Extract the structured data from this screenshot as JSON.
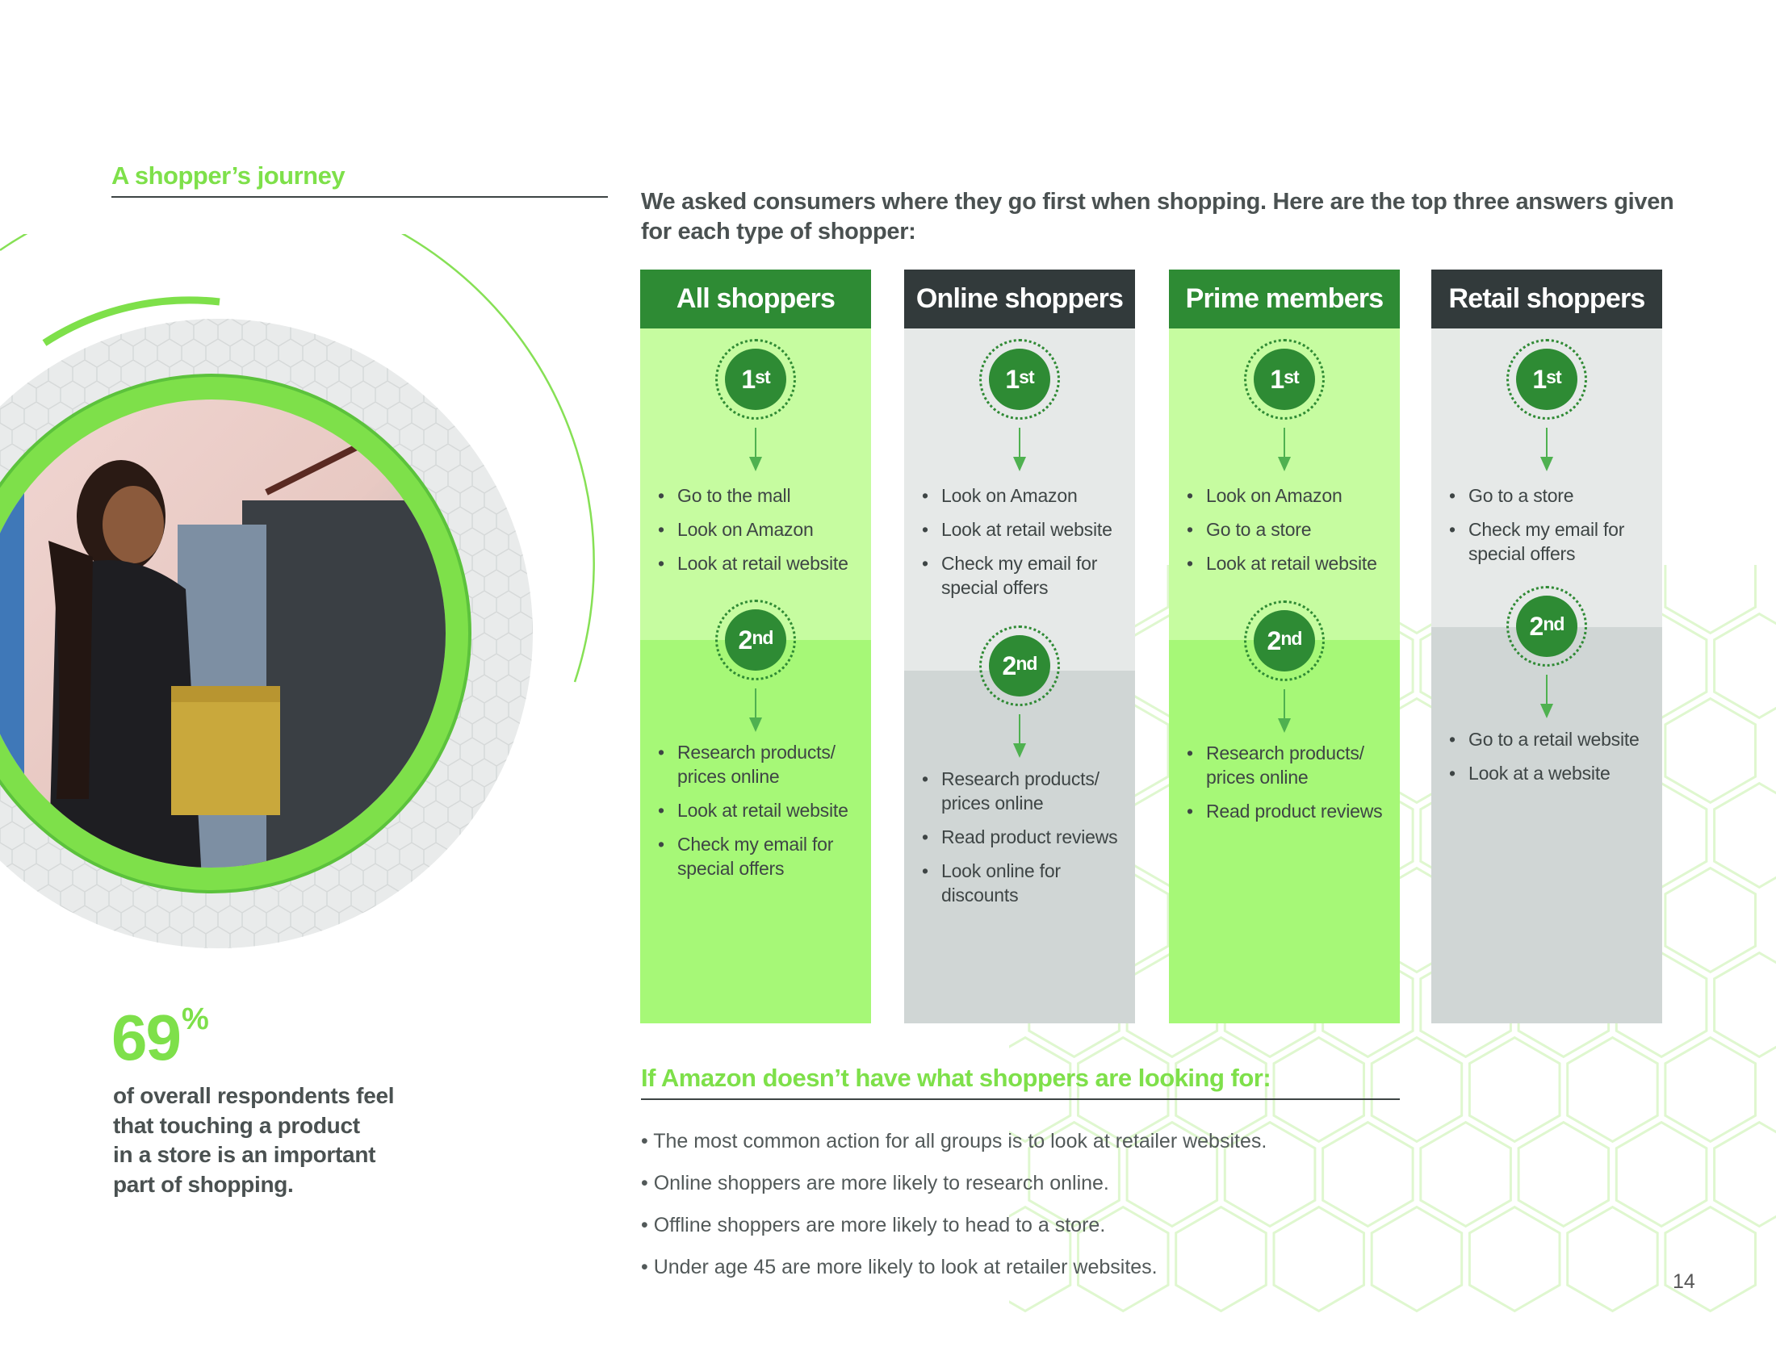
{
  "section_title": "A shopper’s journey",
  "intro": "We asked consumers where they go first when shopping. Here are the top three answers given for each type of shopper:",
  "colors": {
    "green_dark": "#2e8b34",
    "charcoal": "#323a3b",
    "light_green": "#c6fca0",
    "mid_green": "#a6f877",
    "light_gray": "#e6e9e8",
    "mid_gray": "#d0d6d5",
    "accent": "#7ee04a"
  },
  "columns": [
    {
      "title": "All shoppers",
      "first_label": "1",
      "first_suffix": "st",
      "second_label": "2",
      "second_suffix": "nd",
      "first": [
        "Go to the mall",
        "Look on Amazon",
        "Look at retail website"
      ],
      "second": [
        "Research products/ prices online",
        "Look at retail website",
        "Check my email for special offers"
      ]
    },
    {
      "title": "Online shoppers",
      "first_label": "1",
      "first_suffix": "st",
      "second_label": "2",
      "second_suffix": "nd",
      "first": [
        "Look on Amazon",
        "Look at retail website",
        "Check my email for special offers"
      ],
      "second": [
        "Research products/ prices online",
        "Read product reviews",
        "Look online for discounts"
      ]
    },
    {
      "title": "Prime members",
      "first_label": "1",
      "first_suffix": "st",
      "second_label": "2",
      "second_suffix": "nd",
      "first": [
        "Look on Amazon",
        "Go to a store",
        "Look at retail website"
      ],
      "second": [
        "Research products/ prices online",
        "Read product reviews"
      ]
    },
    {
      "title": "Retail shoppers",
      "first_label": "1",
      "first_suffix": "st",
      "second_label": "2",
      "second_suffix": "nd",
      "first": [
        "Go to a store",
        "Check my email for special offers"
      ],
      "second": [
        "Go to a retail website",
        "Look at a website"
      ]
    }
  ],
  "subsection_title": "If Amazon doesn’t have what shoppers are looking for:",
  "findings": [
    "The most common action for all groups is to look at retailer websites.",
    "Online shoppers are more likely to research online.",
    "Offline shoppers are more likely to head to a store.",
    "Under age 45 are more likely to look at retailer websites."
  ],
  "stat": {
    "value": "69",
    "unit": "%",
    "text_lines": [
      "of overall respondents  feel",
      "that touching a product",
      "in a store is an important",
      "part of shopping."
    ]
  },
  "page_number": "14"
}
